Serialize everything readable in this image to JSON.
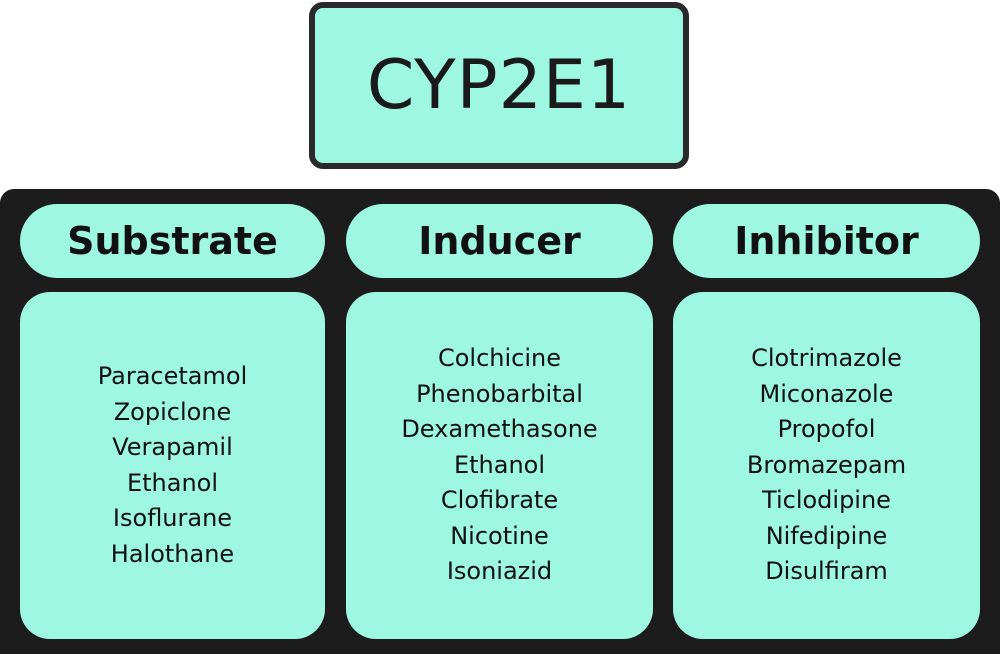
{
  "title": "CYP2E1",
  "columns": [
    {
      "header": "Substrate",
      "items": [
        "Paracetamol",
        "Zopiclone",
        "Verapamil",
        "Ethanol",
        "Isoflurane",
        "Halothane"
      ]
    },
    {
      "header": "Inducer",
      "items": [
        "Colchicine",
        "Phenobarbital",
        "Dexamethasone",
        "Ethanol",
        "Clofibrate",
        "Nicotine",
        "Isoniazid"
      ]
    },
    {
      "header": "Inhibitor",
      "items": [
        "Clotrimazole",
        "Miconazole",
        "Propofol",
        "Bromazepam",
        "Ticlodipine",
        "Nifedipine",
        "Disulfiram"
      ]
    }
  ],
  "colors": {
    "box_fill": "#9ef7e0",
    "panel": "#1c1c1c",
    "text": "#111111"
  }
}
